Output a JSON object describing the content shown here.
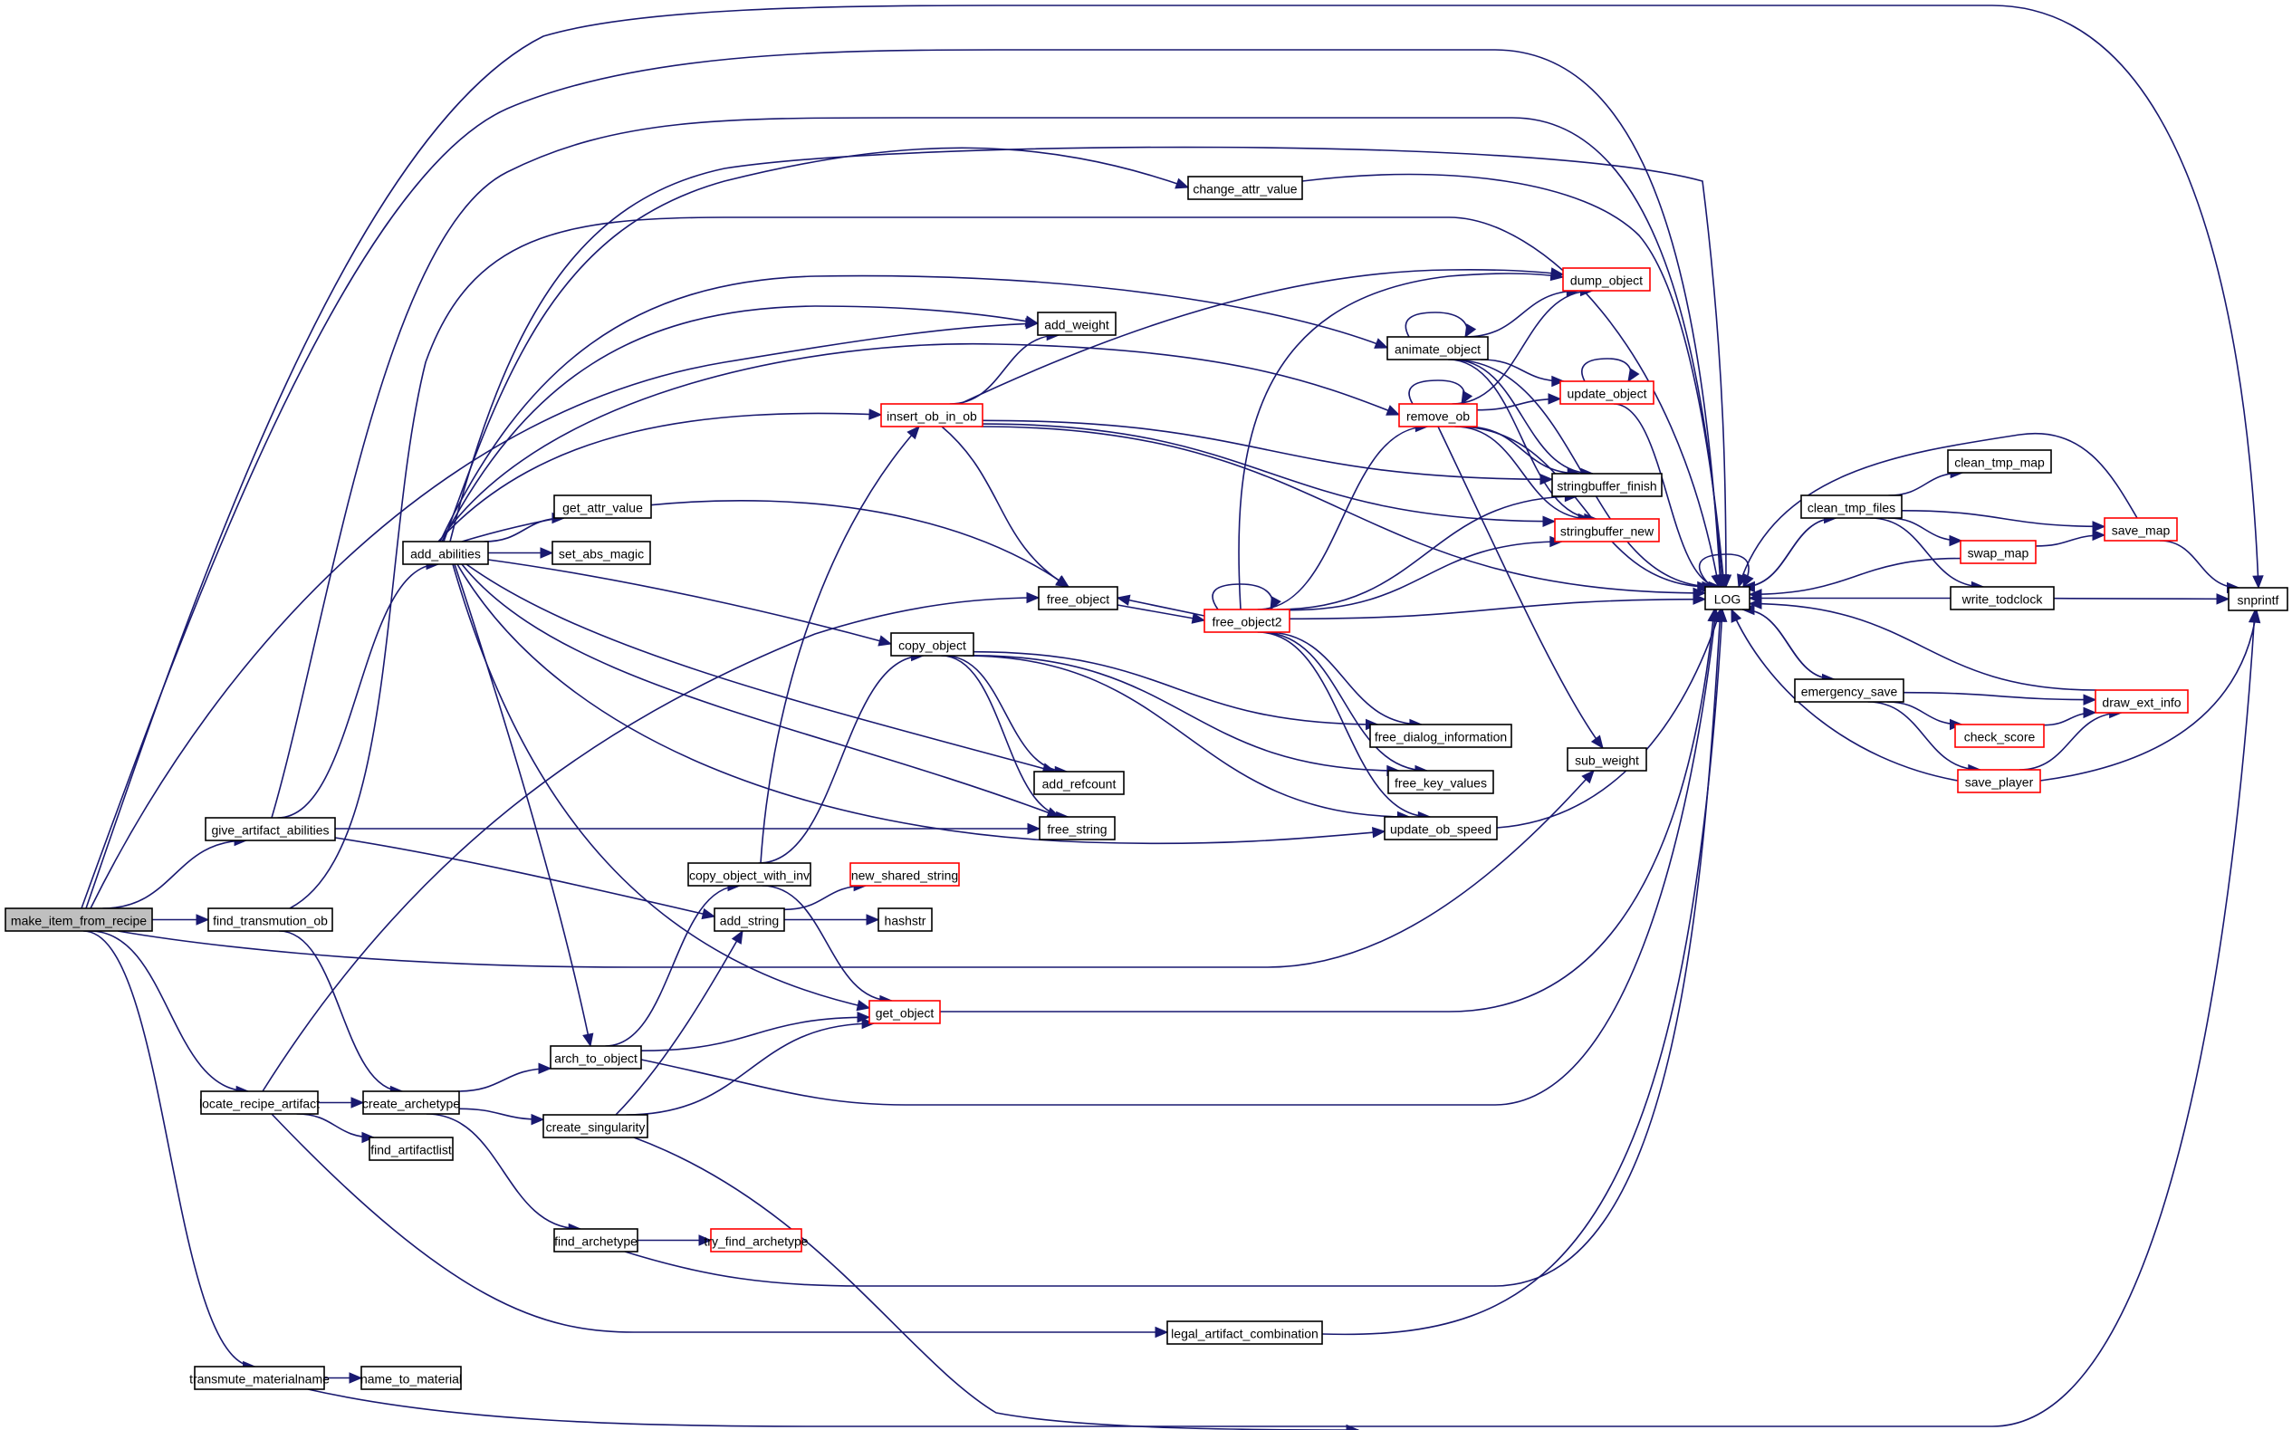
{
  "diagram": {
    "type": "call-graph",
    "colors": {
      "edge": "#191970",
      "node_border": "#000000",
      "truncated_node_border": "#ff0000",
      "root_fill": "#bfbfbf",
      "node_fill": "#ffffff"
    },
    "nodes": [
      {
        "id": "make_item_from_recipe",
        "label": "make_item_from_recipe",
        "root": true,
        "truncated": false
      },
      {
        "id": "give_artifact_abilities",
        "label": "give_artifact_abilities",
        "truncated": false
      },
      {
        "id": "find_transmution_ob",
        "label": "find_transmution_ob",
        "truncated": false
      },
      {
        "id": "locate_recipe_artifact",
        "label": "locate_recipe_artifact",
        "truncated": false
      },
      {
        "id": "transmute_materialname",
        "label": "transmute_materialname",
        "truncated": false
      },
      {
        "id": "add_abilities",
        "label": "add_abilities",
        "truncated": false
      },
      {
        "id": "create_archetype",
        "label": "create_archetype",
        "truncated": false
      },
      {
        "id": "find_artifactlist",
        "label": "find_artifactlist",
        "truncated": false
      },
      {
        "id": "name_to_material",
        "label": "name_to_material",
        "truncated": false
      },
      {
        "id": "arch_to_object",
        "label": "arch_to_object",
        "truncated": false
      },
      {
        "id": "create_singularity",
        "label": "create_singularity",
        "truncated": false
      },
      {
        "id": "find_archetype",
        "label": "find_archetype",
        "truncated": false
      },
      {
        "id": "try_find_archetype",
        "label": "try_find_archetype",
        "truncated": true
      },
      {
        "id": "get_attr_value",
        "label": "get_attr_value",
        "truncated": false
      },
      {
        "id": "set_abs_magic",
        "label": "set_abs_magic",
        "truncated": false
      },
      {
        "id": "copy_object_with_inv",
        "label": "copy_object_with_inv",
        "truncated": false
      },
      {
        "id": "add_string",
        "label": "add_string",
        "truncated": false
      },
      {
        "id": "new_shared_string",
        "label": "new_shared_string",
        "truncated": true
      },
      {
        "id": "hashstr",
        "label": "hashstr",
        "truncated": false
      },
      {
        "id": "get_object",
        "label": "get_object",
        "truncated": true
      },
      {
        "id": "change_attr_value",
        "label": "change_attr_value",
        "truncated": false
      },
      {
        "id": "add_weight",
        "label": "add_weight",
        "truncated": false
      },
      {
        "id": "insert_ob_in_ob",
        "label": "insert_ob_in_ob",
        "truncated": true
      },
      {
        "id": "free_object",
        "label": "free_object",
        "truncated": false
      },
      {
        "id": "copy_object",
        "label": "copy_object",
        "truncated": false
      },
      {
        "id": "add_refcount",
        "label": "add_refcount",
        "truncated": false
      },
      {
        "id": "free_string",
        "label": "free_string",
        "truncated": false
      },
      {
        "id": "free_object2",
        "label": "free_object2",
        "truncated": true
      },
      {
        "id": "animate_object",
        "label": "animate_object",
        "truncated": false
      },
      {
        "id": "remove_ob",
        "label": "remove_ob",
        "truncated": true
      },
      {
        "id": "dump_object",
        "label": "dump_object",
        "truncated": true
      },
      {
        "id": "update_object",
        "label": "update_object",
        "truncated": true
      },
      {
        "id": "stringbuffer_finish",
        "label": "stringbuffer_finish",
        "truncated": false
      },
      {
        "id": "stringbuffer_new",
        "label": "stringbuffer_new",
        "truncated": true
      },
      {
        "id": "free_dialog_information",
        "label": "free_dialog_information",
        "truncated": false
      },
      {
        "id": "free_key_values",
        "label": "free_key_values",
        "truncated": false
      },
      {
        "id": "update_ob_speed",
        "label": "update_ob_speed",
        "truncated": false
      },
      {
        "id": "sub_weight",
        "label": "sub_weight",
        "truncated": false
      },
      {
        "id": "legal_artifact_combination",
        "label": "legal_artifact_combination",
        "truncated": false
      },
      {
        "id": "LOG",
        "label": "LOG",
        "truncated": false
      },
      {
        "id": "clean_tmp_files",
        "label": "clean_tmp_files",
        "truncated": false
      },
      {
        "id": "clean_tmp_map",
        "label": "clean_tmp_map",
        "truncated": false
      },
      {
        "id": "swap_map",
        "label": "swap_map",
        "truncated": true
      },
      {
        "id": "save_map",
        "label": "save_map",
        "truncated": true
      },
      {
        "id": "write_todclock",
        "label": "write_todclock",
        "truncated": false
      },
      {
        "id": "emergency_save",
        "label": "emergency_save",
        "truncated": false
      },
      {
        "id": "check_score",
        "label": "check_score",
        "truncated": true
      },
      {
        "id": "draw_ext_info",
        "label": "draw_ext_info",
        "truncated": true
      },
      {
        "id": "save_player",
        "label": "save_player",
        "truncated": true
      },
      {
        "id": "snprintf",
        "label": "snprintf",
        "truncated": false
      }
    ],
    "edges": [
      [
        "make_item_from_recipe",
        "give_artifact_abilities"
      ],
      [
        "make_item_from_recipe",
        "find_transmution_ob"
      ],
      [
        "make_item_from_recipe",
        "locate_recipe_artifact"
      ],
      [
        "make_item_from_recipe",
        "transmute_materialname"
      ],
      [
        "make_item_from_recipe",
        "add_weight"
      ],
      [
        "make_item_from_recipe",
        "sub_weight"
      ],
      [
        "make_item_from_recipe",
        "LOG"
      ],
      [
        "make_item_from_recipe",
        "snprintf"
      ],
      [
        "give_artifact_abilities",
        "add_abilities"
      ],
      [
        "give_artifact_abilities",
        "add_string"
      ],
      [
        "give_artifact_abilities",
        "free_string"
      ],
      [
        "give_artifact_abilities",
        "LOG"
      ],
      [
        "find_transmution_ob",
        "create_archetype"
      ],
      [
        "find_transmution_ob",
        "LOG"
      ],
      [
        "locate_recipe_artifact",
        "create_archetype"
      ],
      [
        "locate_recipe_artifact",
        "find_artifactlist"
      ],
      [
        "locate_recipe_artifact",
        "free_object"
      ],
      [
        "locate_recipe_artifact",
        "legal_artifact_combination"
      ],
      [
        "transmute_materialname",
        "name_to_material"
      ],
      [
        "transmute_materialname",
        "snprintf"
      ],
      [
        "add_abilities",
        "get_attr_value"
      ],
      [
        "add_abilities",
        "set_abs_magic"
      ],
      [
        "add_abilities",
        "change_attr_value"
      ],
      [
        "add_abilities",
        "add_weight"
      ],
      [
        "add_abilities",
        "insert_ob_in_ob"
      ],
      [
        "add_abilities",
        "animate_object"
      ],
      [
        "add_abilities",
        "remove_ob"
      ],
      [
        "add_abilities",
        "free_object"
      ],
      [
        "add_abilities",
        "copy_object"
      ],
      [
        "add_abilities",
        "add_refcount"
      ],
      [
        "add_abilities",
        "free_string"
      ],
      [
        "add_abilities",
        "update_ob_speed"
      ],
      [
        "add_abilities",
        "arch_to_object"
      ],
      [
        "add_abilities",
        "get_object"
      ],
      [
        "add_abilities",
        "LOG"
      ],
      [
        "create_archetype",
        "arch_to_object"
      ],
      [
        "create_archetype",
        "create_singularity"
      ],
      [
        "create_archetype",
        "find_archetype"
      ],
      [
        "arch_to_object",
        "copy_object_with_inv"
      ],
      [
        "arch_to_object",
        "get_object"
      ],
      [
        "arch_to_object",
        "LOG"
      ],
      [
        "create_singularity",
        "add_string"
      ],
      [
        "create_singularity",
        "get_object"
      ],
      [
        "create_singularity",
        "snprintf"
      ],
      [
        "find_archetype",
        "try_find_archetype"
      ],
      [
        "find_archetype",
        "LOG"
      ],
      [
        "copy_object_with_inv",
        "insert_ob_in_ob"
      ],
      [
        "copy_object_with_inv",
        "copy_object"
      ],
      [
        "copy_object_with_inv",
        "get_object"
      ],
      [
        "add_string",
        "new_shared_string"
      ],
      [
        "add_string",
        "hashstr"
      ],
      [
        "get_object",
        "LOG"
      ],
      [
        "change_attr_value",
        "LOG"
      ],
      [
        "insert_ob_in_ob",
        "add_weight"
      ],
      [
        "insert_ob_in_ob",
        "dump_object"
      ],
      [
        "insert_ob_in_ob",
        "free_object"
      ],
      [
        "insert_ob_in_ob",
        "stringbuffer_finish"
      ],
      [
        "insert_ob_in_ob",
        "stringbuffer_new"
      ],
      [
        "insert_ob_in_ob",
        "LOG"
      ],
      [
        "free_object",
        "free_object2"
      ],
      [
        "free_object2",
        "free_object"
      ],
      [
        "free_object2",
        "free_object2"
      ],
      [
        "free_object2",
        "dump_object"
      ],
      [
        "free_object2",
        "remove_ob"
      ],
      [
        "free_object2",
        "stringbuffer_finish"
      ],
      [
        "free_object2",
        "stringbuffer_new"
      ],
      [
        "free_object2",
        "free_dialog_information"
      ],
      [
        "free_object2",
        "free_key_values"
      ],
      [
        "free_object2",
        "update_ob_speed"
      ],
      [
        "free_object2",
        "LOG"
      ],
      [
        "copy_object",
        "add_refcount"
      ],
      [
        "copy_object",
        "free_string"
      ],
      [
        "copy_object",
        "free_dialog_information"
      ],
      [
        "copy_object",
        "free_key_values"
      ],
      [
        "copy_object",
        "update_ob_speed"
      ],
      [
        "animate_object",
        "animate_object"
      ],
      [
        "animate_object",
        "dump_object"
      ],
      [
        "animate_object",
        "update_object"
      ],
      [
        "animate_object",
        "stringbuffer_finish"
      ],
      [
        "animate_object",
        "stringbuffer_new"
      ],
      [
        "animate_object",
        "LOG"
      ],
      [
        "remove_ob",
        "remove_ob"
      ],
      [
        "remove_ob",
        "dump_object"
      ],
      [
        "remove_ob",
        "update_object"
      ],
      [
        "remove_ob",
        "stringbuffer_finish"
      ],
      [
        "remove_ob",
        "stringbuffer_new"
      ],
      [
        "remove_ob",
        "sub_weight"
      ],
      [
        "remove_ob",
        "LOG"
      ],
      [
        "update_object",
        "update_object"
      ],
      [
        "update_object",
        "LOG"
      ],
      [
        "update_ob_speed",
        "LOG"
      ],
      [
        "legal_artifact_combination",
        "LOG"
      ],
      [
        "LOG",
        "LOG"
      ],
      [
        "LOG",
        "clean_tmp_files"
      ],
      [
        "LOG",
        "emergency_save"
      ],
      [
        "clean_tmp_files",
        "LOG"
      ],
      [
        "clean_tmp_files",
        "clean_tmp_map"
      ],
      [
        "clean_tmp_files",
        "swap_map"
      ],
      [
        "clean_tmp_files",
        "save_map"
      ],
      [
        "clean_tmp_files",
        "write_todclock"
      ],
      [
        "swap_map",
        "LOG"
      ],
      [
        "swap_map",
        "save_map"
      ],
      [
        "save_map",
        "LOG"
      ],
      [
        "save_map",
        "snprintf"
      ],
      [
        "write_todclock",
        "LOG"
      ],
      [
        "write_todclock",
        "snprintf"
      ],
      [
        "emergency_save",
        "LOG"
      ],
      [
        "emergency_save",
        "draw_ext_info"
      ],
      [
        "emergency_save",
        "check_score"
      ],
      [
        "emergency_save",
        "save_player"
      ],
      [
        "check_score",
        "draw_ext_info"
      ],
      [
        "draw_ext_info",
        "LOG"
      ],
      [
        "save_player",
        "LOG"
      ],
      [
        "save_player",
        "draw_ext_info"
      ],
      [
        "save_player",
        "snprintf"
      ]
    ]
  }
}
